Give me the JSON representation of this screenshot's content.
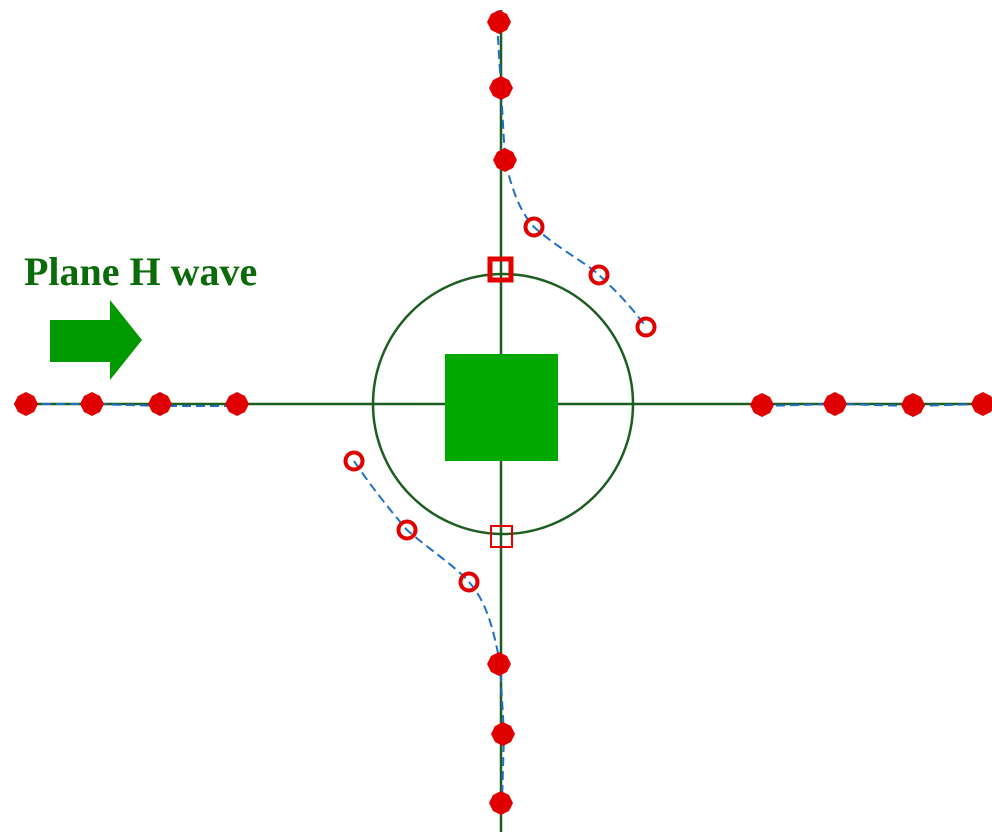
{
  "label": {
    "text": "Plane H wave"
  },
  "colors": {
    "axis": "#1b5e20",
    "circle": "#1b5e20",
    "scatterer": "#00a800",
    "arrow": "#009a00",
    "label": "#0b6b0b",
    "marker": "#e00000",
    "dashed_curve": "#1f6fc8"
  },
  "icons": {
    "arrow": "right-arrow-icon",
    "filled_marker": "filled-octagon-marker",
    "open_marker": "open-circle-marker",
    "square_marker": "open-square-marker"
  }
}
